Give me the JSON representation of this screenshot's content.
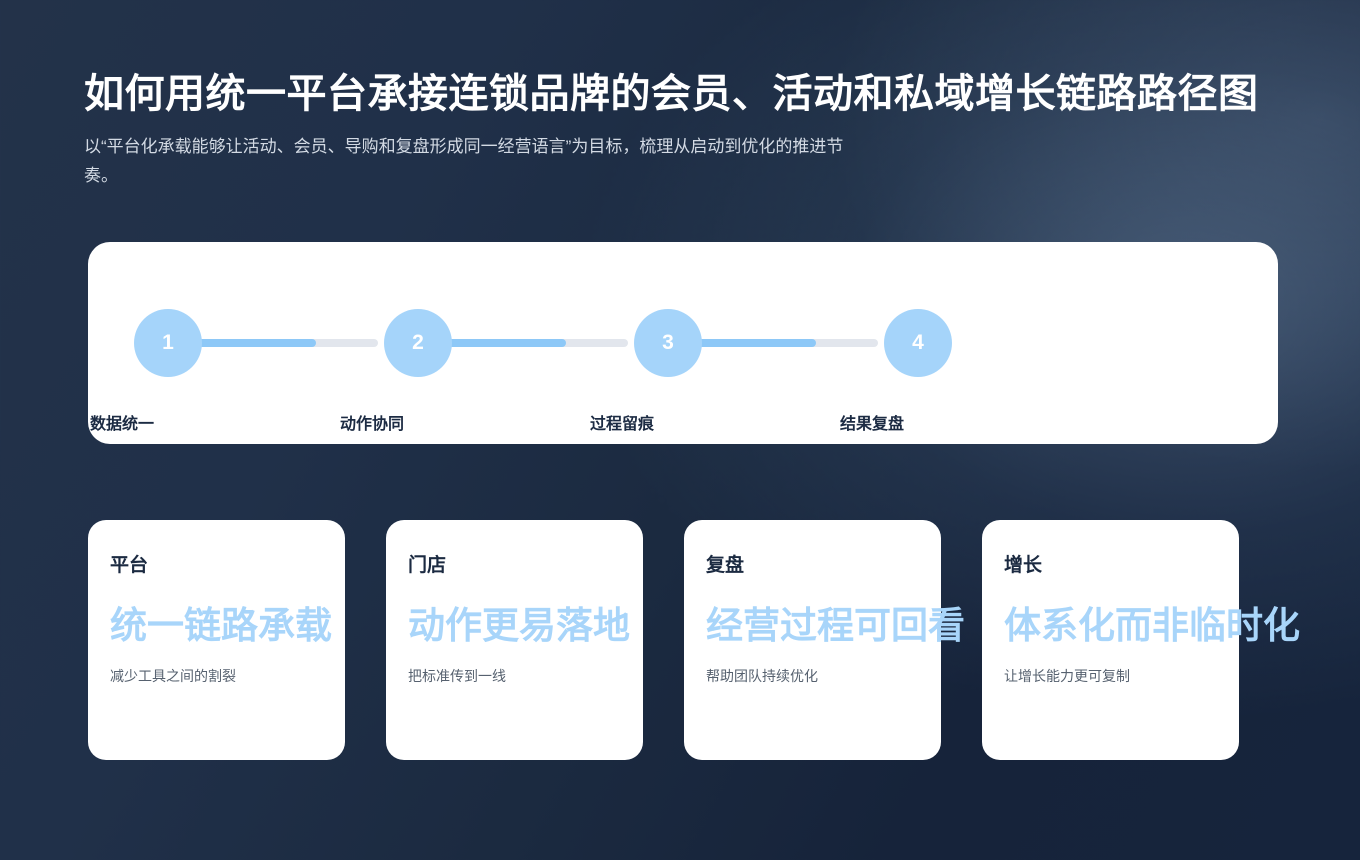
{
  "header": {
    "title": "如何用统一平台承接连锁品牌的会员、活动和私域增长链路路径图",
    "subtitle": "以“平台化承载能够让活动、会员、导购和复盘形成同一经营语言”为目标，梳理从启动到优化的推进节奏。"
  },
  "steps": {
    "items": [
      {
        "number": "1",
        "label": "数据统一"
      },
      {
        "number": "2",
        "label": "动作协同"
      },
      {
        "number": "3",
        "label": "过程留痕"
      },
      {
        "number": "4",
        "label": "结果复盘"
      }
    ]
  },
  "cards": [
    {
      "tag": "平台",
      "headline": "统一链路承载",
      "desc": "减少工具之间的割裂"
    },
    {
      "tag": "门店",
      "headline": "动作更易落地",
      "desc": "把标准传到一线"
    },
    {
      "tag": "复盘",
      "headline": "经营过程可回看",
      "desc": "帮助团队持续优化"
    },
    {
      "tag": "增长",
      "headline": "体系化而非临时化",
      "desc": "让增长能力更可复制"
    }
  ],
  "colors": {
    "background_dark": "#1b2a40",
    "panel": "#ffffff",
    "accent_blue": "#a5d4fa",
    "headline_blue": "#a8d5fa",
    "connector_track": "#e2e6ed",
    "connector_fill": "#8dc8f7",
    "title_text": "#ffffff",
    "subtitle_text": "#d3dae4",
    "tag_text": "#1b2a41",
    "desc_text": "#56616f"
  }
}
